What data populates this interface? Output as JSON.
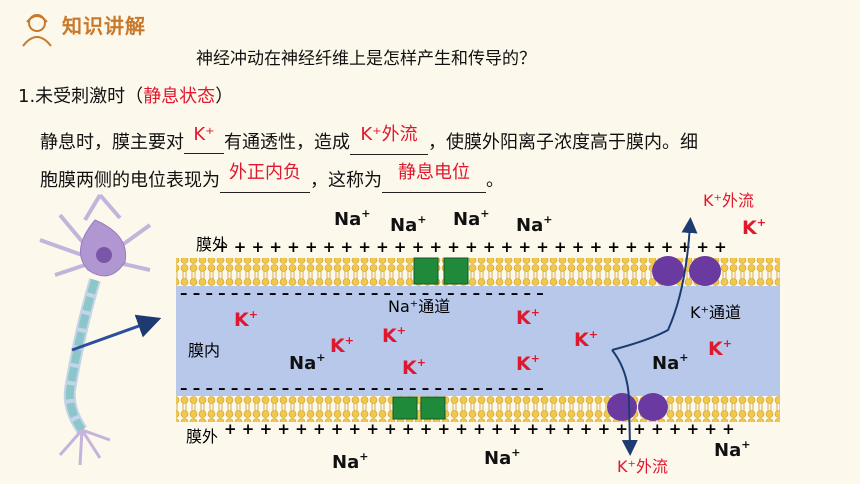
{
  "header": {
    "title": "知识讲解"
  },
  "question": "神经冲动在神经纤维上是怎样产生和传导的？",
  "section": {
    "prefix": "1.未受刺激时（",
    "highlight": "静息状态",
    "suffix": "）"
  },
  "paragraph": {
    "p1": "静息时，膜主要对",
    "blank1": "K⁺",
    "p2": "有通透性，造成",
    "blank2": "K⁺外流",
    "p3": "，使膜外阳离子浓度高于膜内。细",
    "p4": "胞膜两侧的电位表现为",
    "blank3": "外正内负",
    "p5": "，这称为",
    "blank4": "静息电位",
    "p6": "。"
  },
  "diagram": {
    "labels": {
      "outside_top": "膜外",
      "inside": "膜内",
      "outside_bottom": "膜外",
      "na_channel": "Na⁺通道",
      "k_channel": "K⁺通道",
      "k_efflux_top": "K⁺外流",
      "k_efflux_bottom": "K⁺外流"
    },
    "ions": {
      "na": "Na",
      "k": "K",
      "plus": "+"
    },
    "colors": {
      "inside_fill": "#b8c8ea",
      "na_channel": "#1f8a3a",
      "k_channel": "#6a3aa0",
      "ion_red": "#e0182d",
      "arrow": "#1d3b70"
    }
  }
}
